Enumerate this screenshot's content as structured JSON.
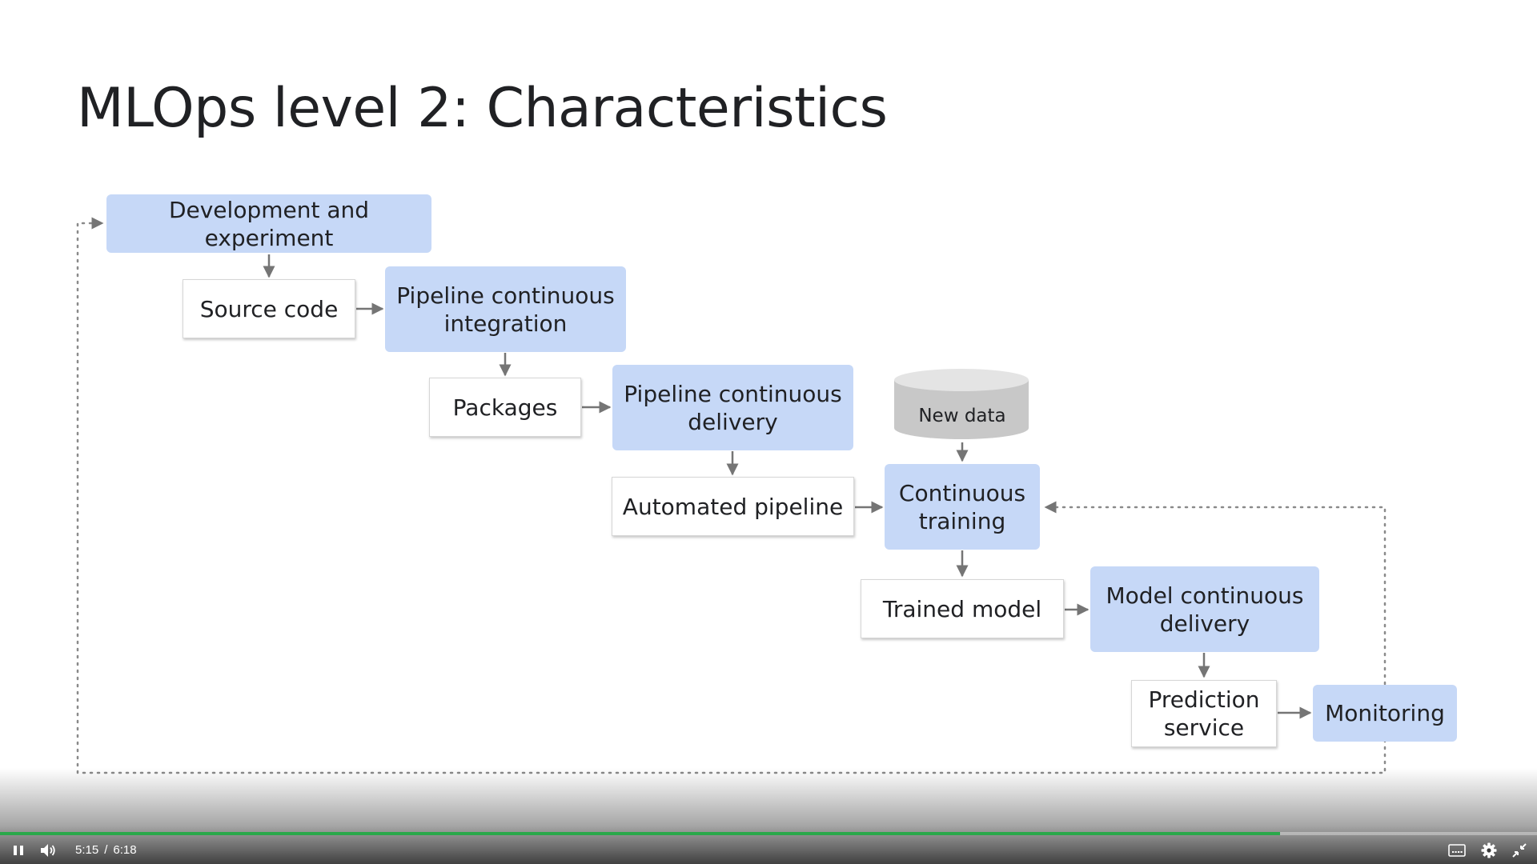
{
  "slide": {
    "title": "MLOps level 2: Characteristics"
  },
  "diagram": {
    "nodes": {
      "dev": "Development and experiment",
      "source_code": "Source code",
      "pci_line1": "Pipeline continuous",
      "pci_line2": "integration",
      "packages": "Packages",
      "pcd_line1": "Pipeline continuous",
      "pcd_line2": "delivery",
      "new_data": "New data",
      "automated_pipeline": "Automated pipeline",
      "ct_line1": "Continuous",
      "ct_line2": "training",
      "trained_model": "Trained model",
      "mcd_line1": "Model continuous",
      "mcd_line2": "delivery",
      "ps_line1": "Prediction",
      "ps_line2": "service",
      "monitoring": "Monitoring"
    },
    "colors": {
      "stage_fill": "#c6d8f7",
      "artifact_fill": "#ffffff",
      "arrow": "#757575",
      "data_store": "#c8c8c8"
    }
  },
  "player": {
    "current_time": "5:15",
    "separator": "/",
    "duration": "6:18",
    "progress_fraction": 0.833,
    "icons": {
      "play_pause": "pause-icon",
      "volume": "volume-icon",
      "captions": "captions-icon",
      "settings": "gear-icon",
      "fullscreen": "exit-fullscreen-icon"
    },
    "colors": {
      "progress": "#29a84a"
    }
  }
}
